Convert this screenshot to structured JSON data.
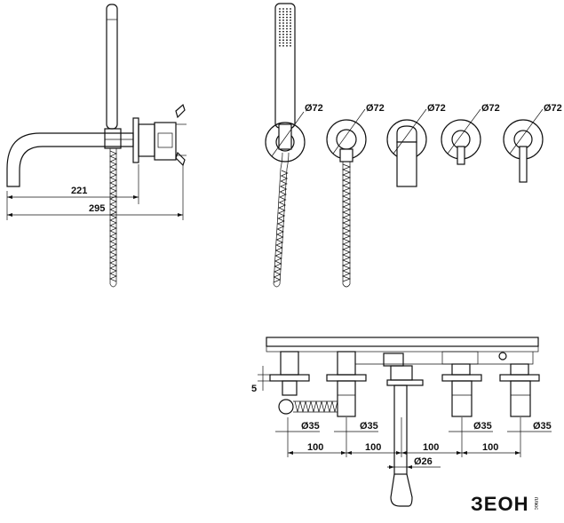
{
  "side_view": {
    "dim_spout": "221",
    "dim_total": "295"
  },
  "front_view": {
    "rosette_labels": [
      "Ø72",
      "Ø72",
      "Ø72",
      "Ø72",
      "Ø72"
    ]
  },
  "body_view": {
    "offset_label": "5",
    "valve_labels": [
      "Ø35",
      "Ø35",
      "Ø35",
      "Ø35"
    ],
    "spacing_labels": [
      "100",
      "100",
      "100",
      "100"
    ],
    "spout_label": "Ø26"
  },
  "brand": {
    "logo_text": "ЗЕОН",
    "logo_sub": "плюс"
  }
}
